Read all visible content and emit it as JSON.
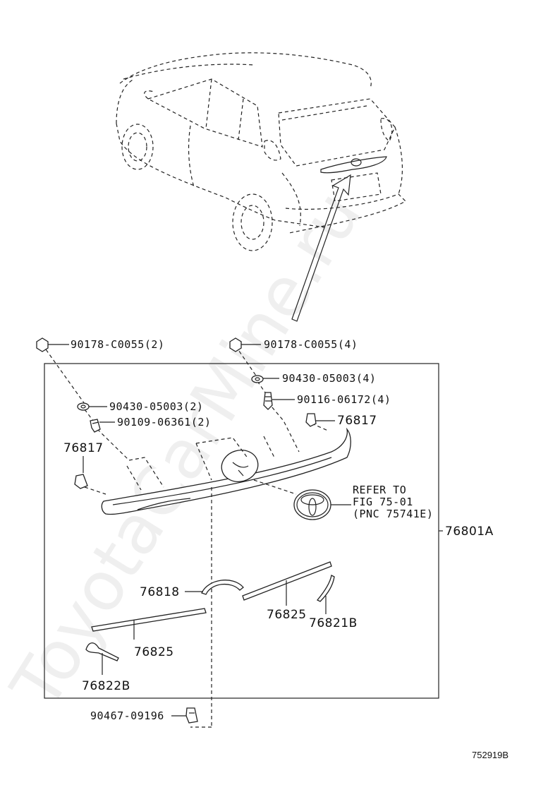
{
  "watermark": "ToyotaCarMine.ru",
  "figure_code": "752919B",
  "parts": {
    "nut_left_label": "90178-C0055(2)",
    "nut_right_label": "90178-C0055(4)",
    "washer_right_label": "90430-05003(4)",
    "washer_left_label": "90430-05003(2)",
    "screw_right_label": "90116-06172(4)",
    "screw_left_label": "90109-06361(2)",
    "clip_right_label": "76817",
    "clip_left_label": "76817",
    "refer_line1": "REFER TO",
    "refer_line2": "FIG 75-01",
    "refer_line3": "(PNC 75741E)",
    "assembly_label": "76801A",
    "pad_center_label": "76818",
    "molding_right_label": "76825",
    "pad_right_label": "76821B",
    "molding_left_label": "76825",
    "pad_left_label": "76822B",
    "clip_bottom_label": "90467-09196"
  },
  "colors": {
    "line": "#222222",
    "background": "#ffffff"
  }
}
